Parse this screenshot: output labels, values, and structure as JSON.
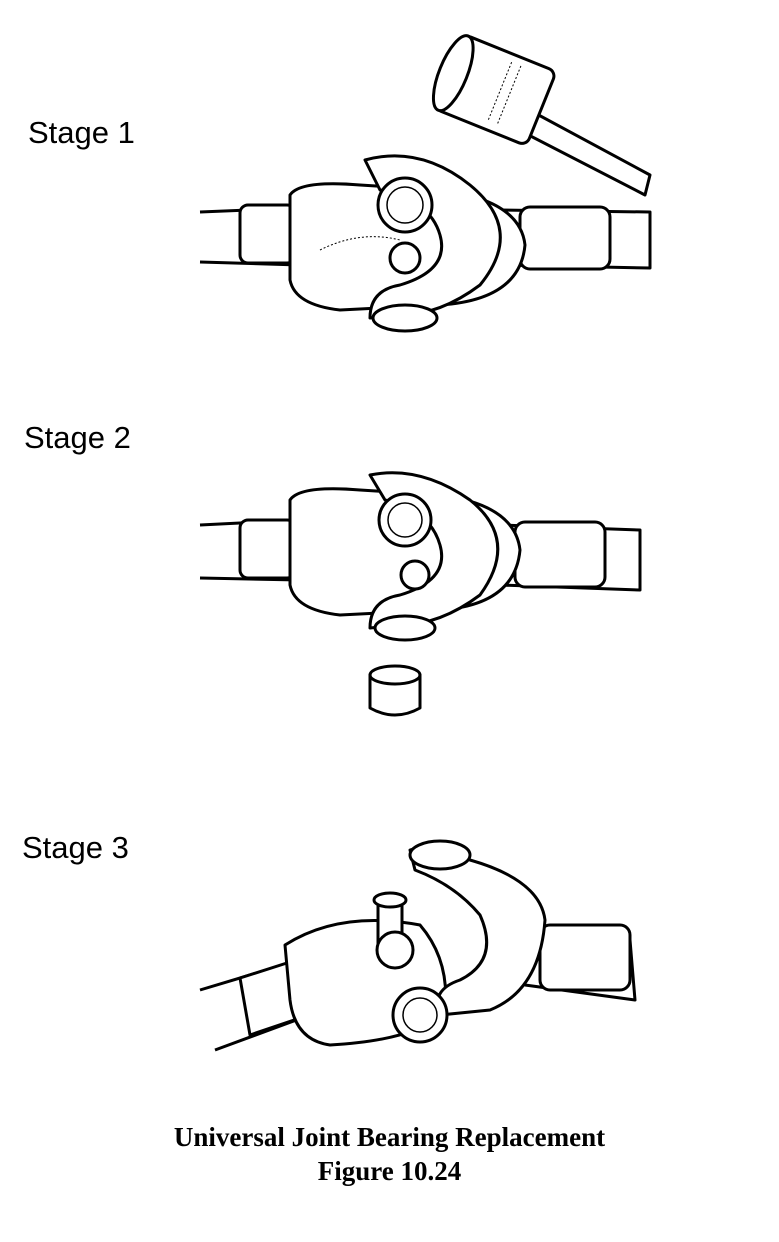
{
  "stages": [
    {
      "label": "Stage 1"
    },
    {
      "label": "Stage 2"
    },
    {
      "label": "Stage 3"
    }
  ],
  "caption": {
    "title": "Universal Joint Bearing Replacement",
    "figure": "Figure 10.24"
  }
}
